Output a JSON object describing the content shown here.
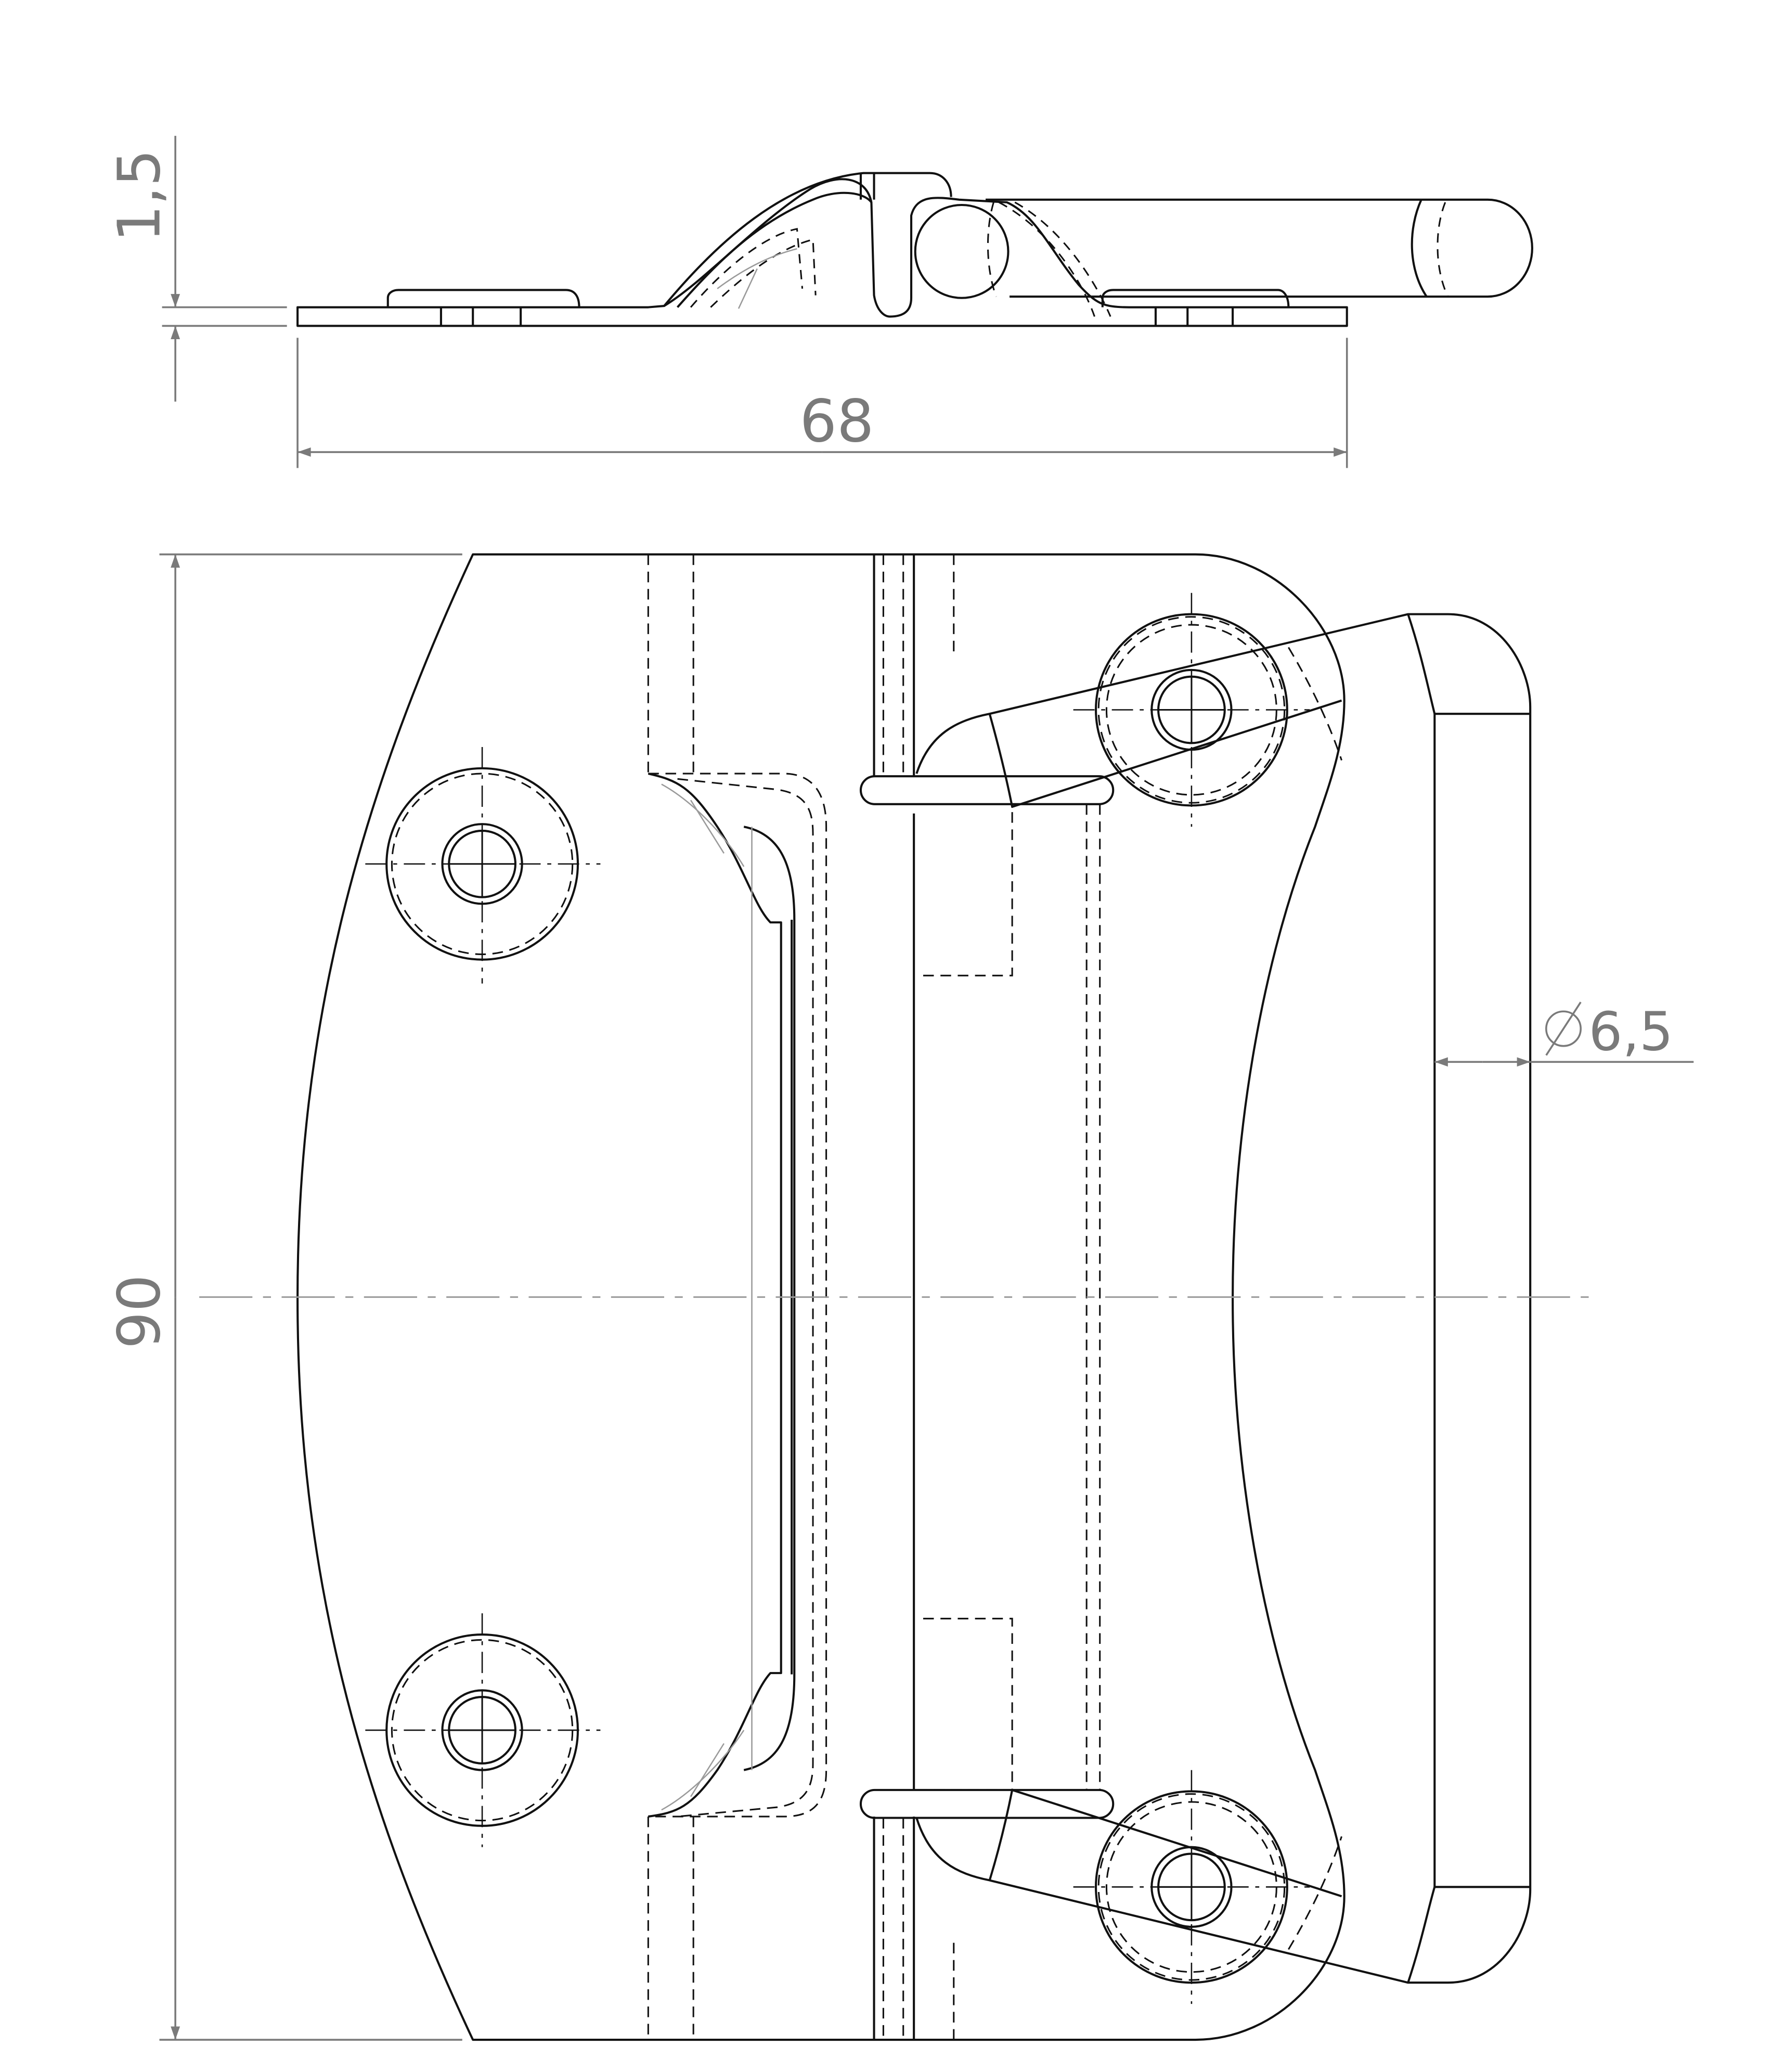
{
  "drawing": {
    "dimensions": {
      "thickness": "1,5",
      "width": "68",
      "height": "90",
      "diameter": "6,5"
    },
    "colors": {
      "outline": "#111111",
      "dimension": "#7a7a7a",
      "centerline": "#9a9a9a",
      "background": "#ffffff"
    }
  }
}
